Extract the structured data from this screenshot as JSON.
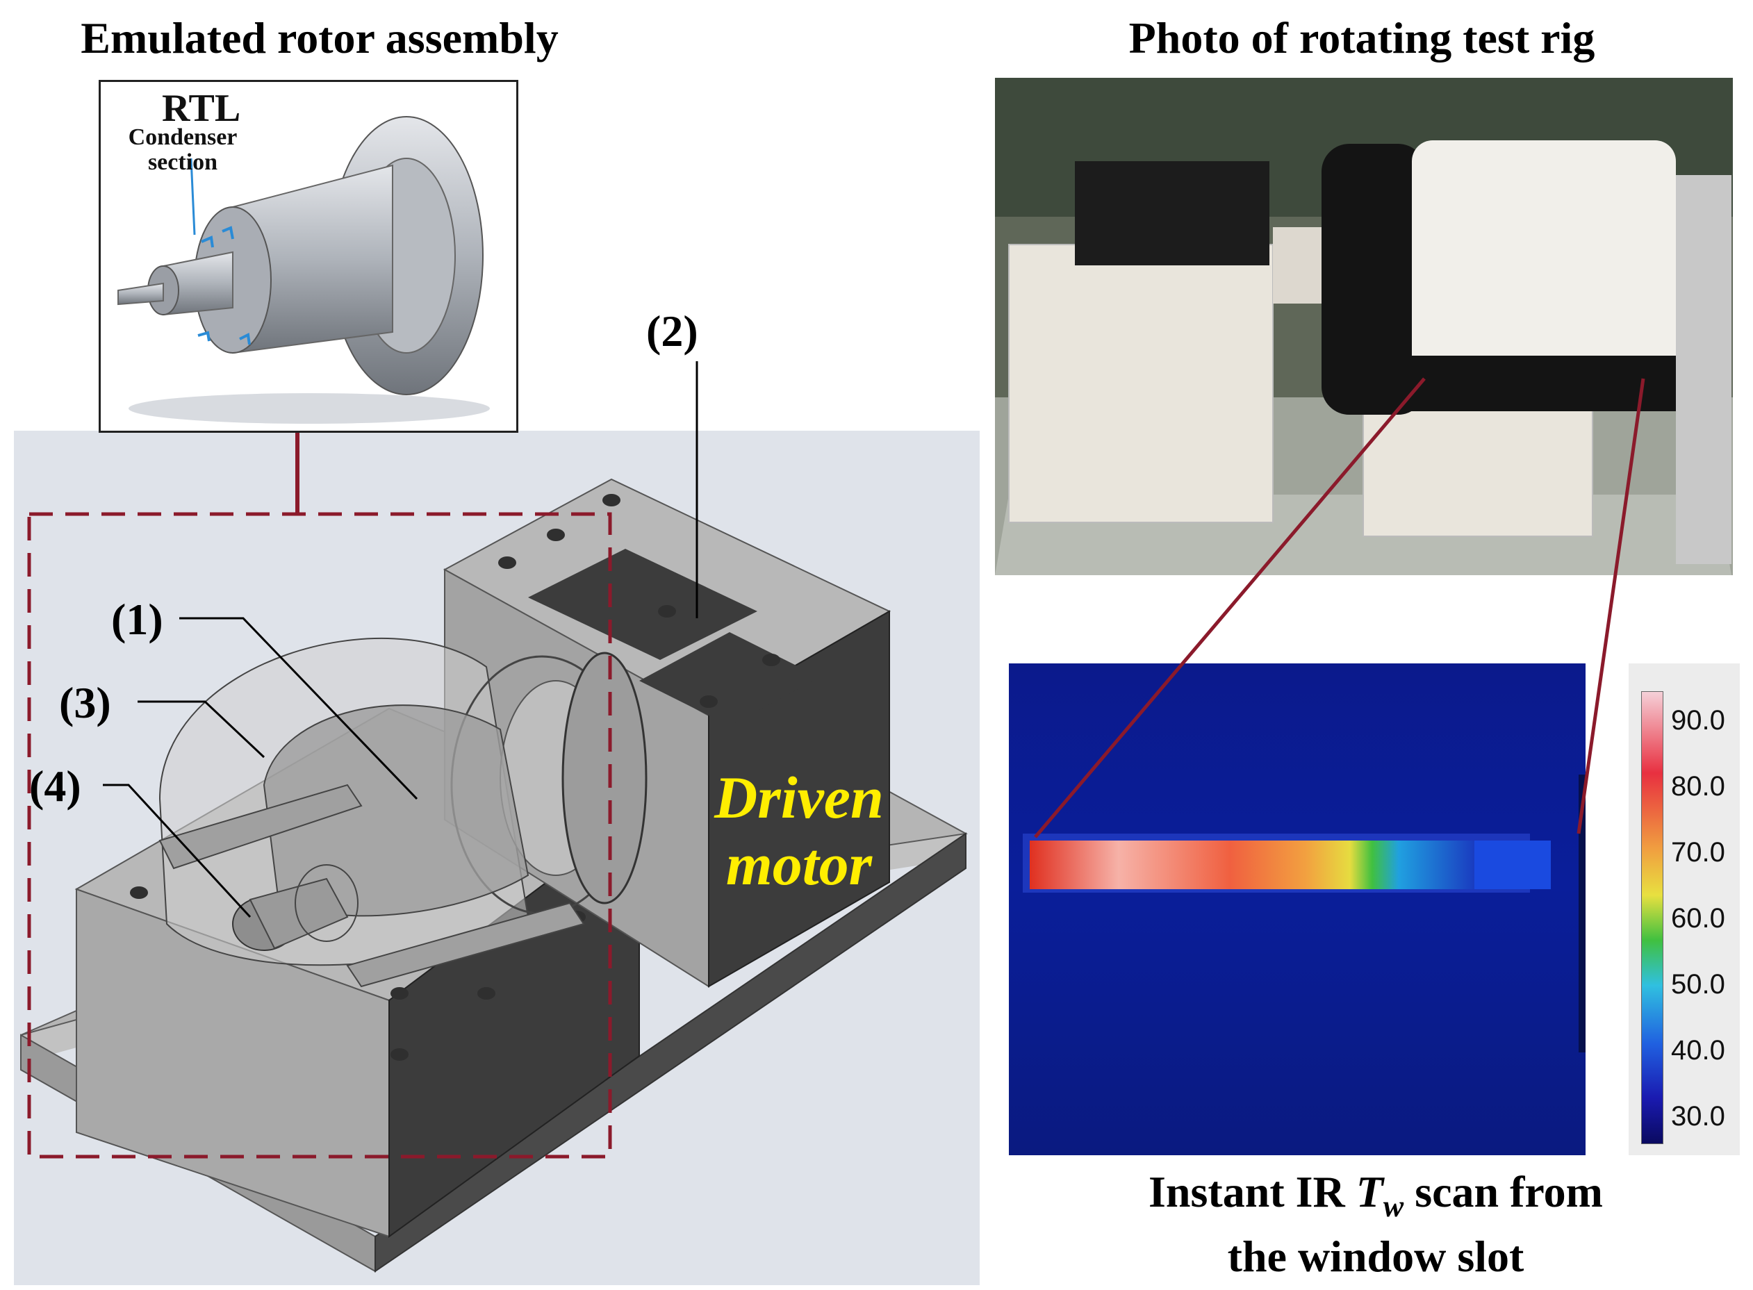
{
  "left": {
    "title": "Emulated rotor assembly",
    "inset": {
      "rtl": "RTL",
      "condenser_line1": "Condenser",
      "condenser_line2": "section"
    },
    "labels": {
      "l1": "(1)",
      "l2": "(2)",
      "l3": "(3)",
      "l4": "(4)"
    },
    "motor_line1": "Driven",
    "motor_line2": "motor",
    "colors": {
      "highlight": "#ffee00",
      "box": "#8b1a2b",
      "cad_dark": "#3c3c3c",
      "cad_light": "#a6a6a6"
    }
  },
  "right": {
    "title": "Photo of rotating test rig",
    "colorbar": {
      "ticks": [
        "90.0",
        "80.0",
        "70.0",
        "60.0",
        "50.0",
        "40.0",
        "30.0"
      ]
    },
    "caption_pre": "Instant IR ",
    "caption_T": "T",
    "caption_sub": "w",
    "caption_post": " scan from",
    "caption_line2": "the window slot"
  }
}
